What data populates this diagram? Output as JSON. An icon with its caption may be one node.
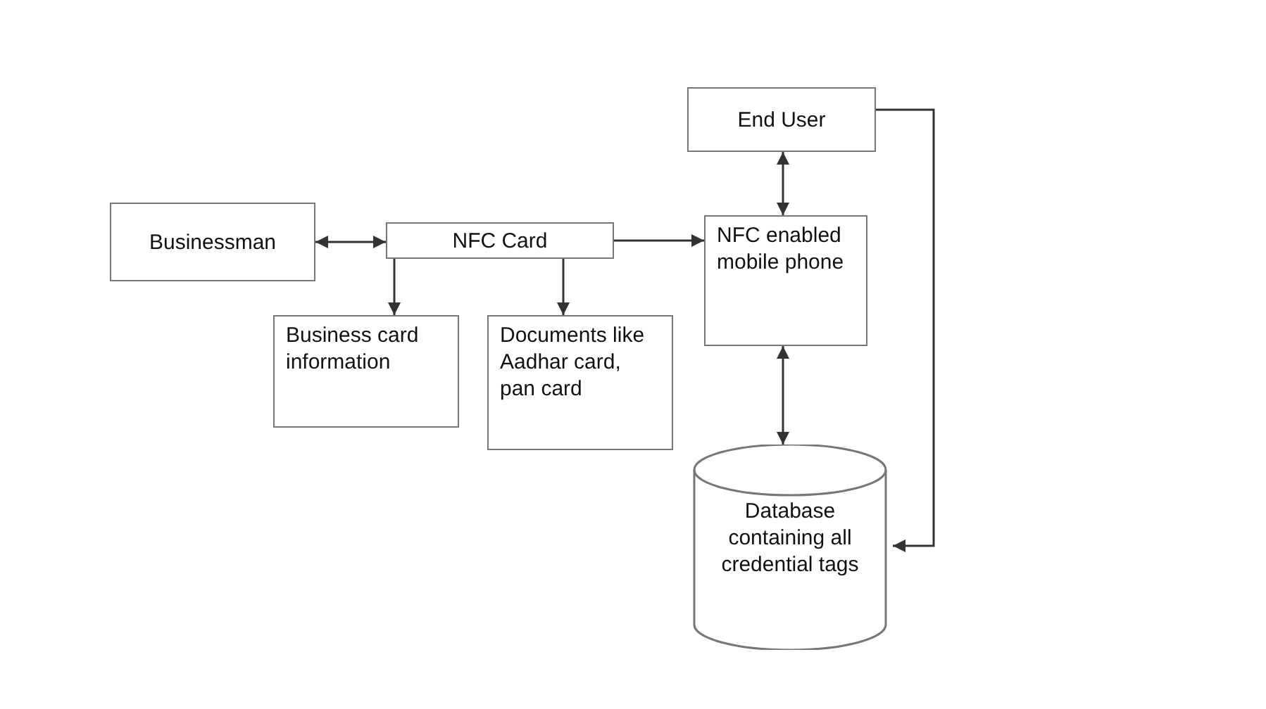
{
  "diagram": {
    "nodes": [
      {
        "text": [
          "End User"
        ]
      },
      {
        "text": [
          "Businessman"
        ]
      },
      {
        "text": [
          "NFC Card"
        ]
      },
      {
        "text": [
          "NFC enabled mobile phone"
        ]
      },
      {
        "text": [
          "Business card information"
        ]
      },
      {
        "text": [
          "Documents like Aadhar card, pan card"
        ]
      },
      {
        "text": [
          "Database containing all credential tags"
        ]
      }
    ],
    "edges": [
      {
        "from": 1,
        "to": 2,
        "arrow": "both"
      },
      {
        "from": 2,
        "to": 3,
        "arrow": "to"
      },
      {
        "from": 2,
        "to": 4,
        "arrow": "to"
      },
      {
        "from": 2,
        "to": 5,
        "arrow": "to"
      },
      {
        "from": 0,
        "to": 3,
        "arrow": "both"
      },
      {
        "from": 3,
        "to": 6,
        "arrow": "both"
      },
      {
        "from": 0,
        "to": 6,
        "arrow": "to"
      }
    ]
  }
}
